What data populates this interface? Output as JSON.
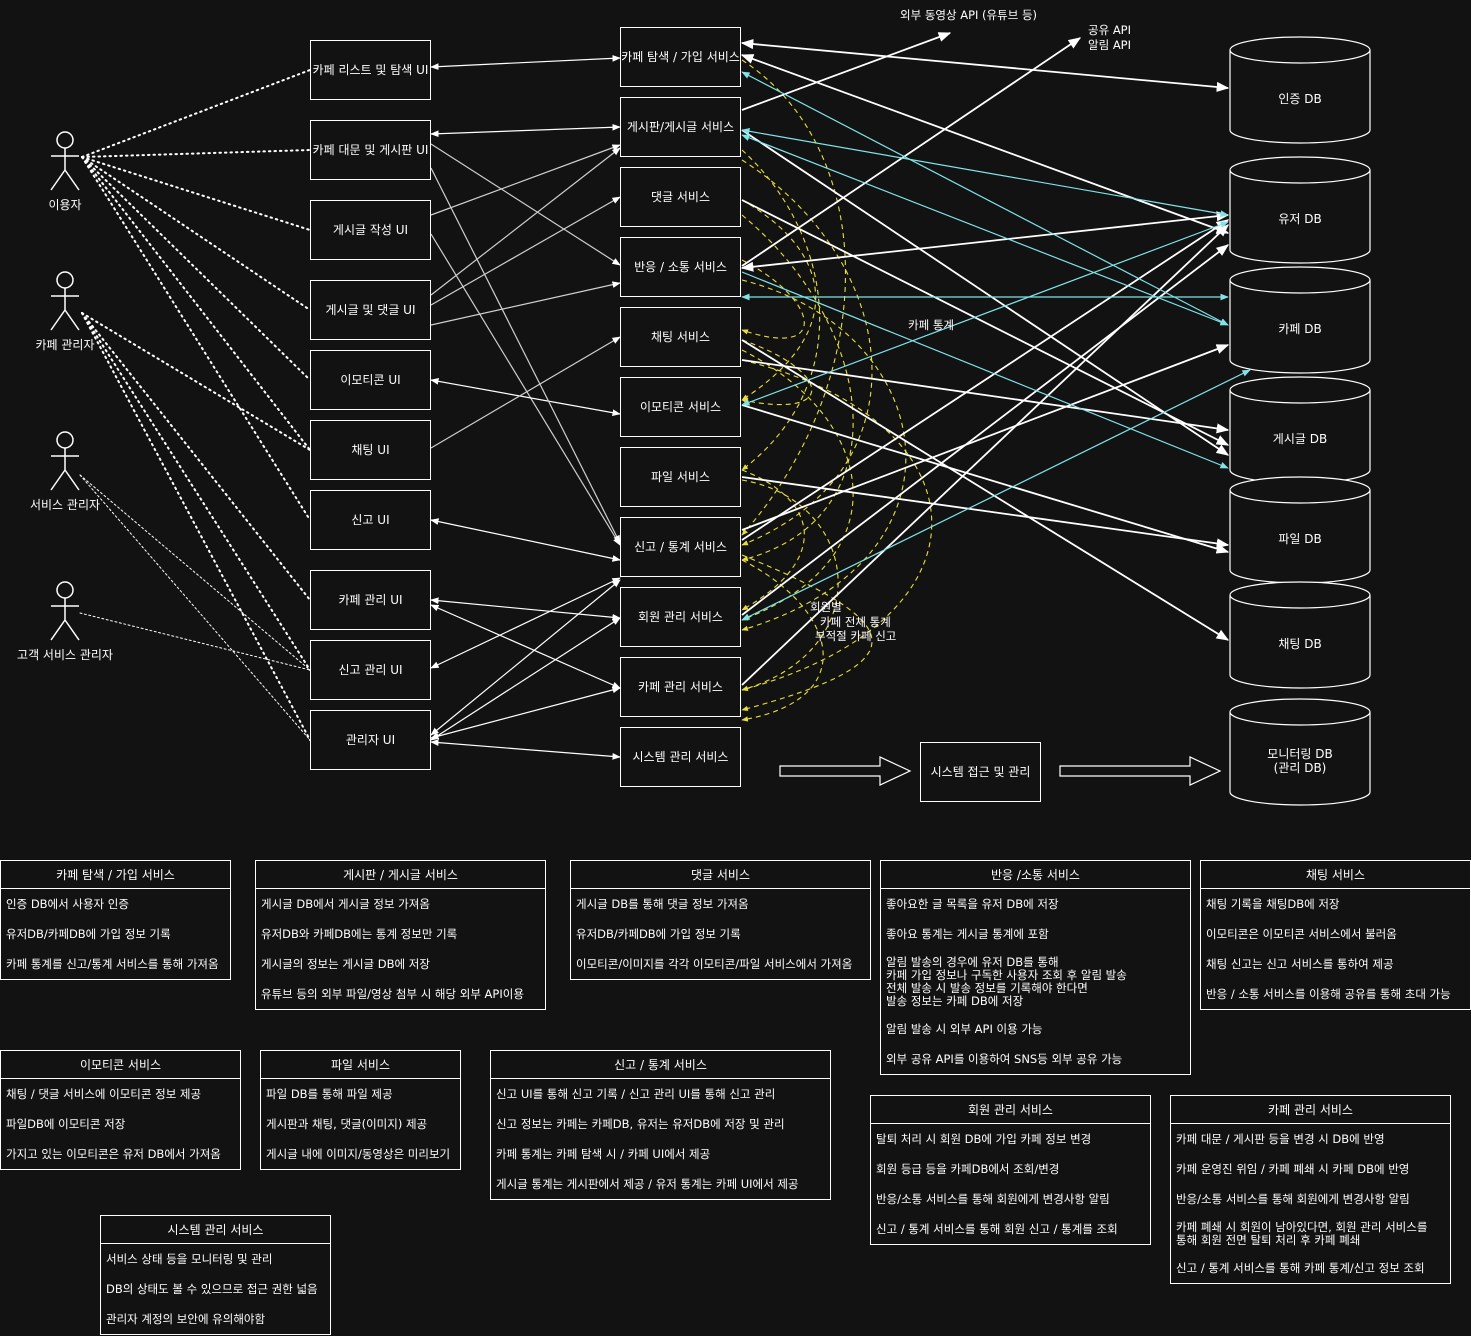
{
  "actors": [
    "이용자",
    "카페 관리자",
    "서비스 관리자",
    "고객 서비스 관리자"
  ],
  "uis": [
    "카페 리스트 및 탐색 UI",
    "카페 대문 및 게시판 UI",
    "게시글 작성 UI",
    "게시글 및 댓글 UI",
    "이모티콘 UI",
    "채팅 UI",
    "신고 UI",
    "카페 관리 UI",
    "신고 관리 UI",
    "관리자 UI"
  ],
  "services": [
    "카페 탐색 / 가입 서비스",
    "게시판/게시글 서비스",
    "댓글 서비스",
    "반응 / 소통 서비스",
    "채팅 서비스",
    "이모티콘 서비스",
    "파일 서비스",
    "신고 / 통계 서비스",
    "회원 관리 서비스",
    "카페 관리 서비스",
    "시스템 관리 서비스"
  ],
  "databases": [
    "인증 DB",
    "유저 DB",
    "카페 DB",
    "게시글 DB",
    "파일 DB",
    "채팅 DB",
    "모니터링 DB\n(관리 DB)"
  ],
  "system_access": "시스템 접근 및 관리",
  "labels": {
    "external_video": "외부 동영상 API (유튜브 등)",
    "share_api": "공유 API",
    "alarm_api": "알림 API",
    "cafe_stats": "카페 통계",
    "by_member": "회원별",
    "cafe_total_stats": "카페 전체 통계",
    "bad_cafe_report": "부적절 카페 신고"
  },
  "panels": [
    {
      "title": "카페 탐색 / 가입 서비스",
      "items": [
        "인증 DB에서 사용자 인증",
        "유저DB/카페DB에 가입 정보 기록",
        "카페 통계를 신고/통계 서비스를 통해 가져옴"
      ]
    },
    {
      "title": "게시판 / 게시글 서비스",
      "items": [
        "게시글 DB에서 게시글 정보 가져옴",
        "유저DB와 카페DB에는 통계 정보만 기록",
        "게시글의 정보는 게시글 DB에 저장",
        "유튜브 등의 외부 파일/영상 첨부 시 해당 외부 API이용"
      ]
    },
    {
      "title": "댓글 서비스",
      "items": [
        "게시글 DB를 통해 댓글 정보 가져옴",
        "유저DB/카페DB에 가입 정보 기록",
        "이모티콘/이미지를 각각 이모티콘/파일 서비스에서 가져옴"
      ]
    },
    {
      "title": "반응 /소통 서비스",
      "items": [
        "좋아요한 글 목록을 유저 DB에 저장",
        "좋아요 통계는 게시글 통계에 포함",
        "알림 발송의 경우에 유저 DB를 통해\n카페 가입 정보나 구독한 사용자 조회 후 알림 발송\n전체 발송 시 발송 정보를 기록해야 한다면\n발송 정보는 카페 DB에 저장",
        "알림 발송 시 외부 API 이용 가능",
        "외부 공유 API를 이용하여 SNS등 외부 공유 가능"
      ]
    },
    {
      "title": "채팅 서비스",
      "items": [
        "채팅 기록을 채팅DB에 저장",
        "이모티콘은 이모티콘 서비스에서 불러옴",
        "채팅 신고는 신고 서비스를 통하여 제공",
        "반응 / 소통 서비스를 이용해 공유를 통해 초대 가능"
      ]
    },
    {
      "title": "이모티콘 서비스",
      "items": [
        "채팅 / 댓글 서비스에 이모티콘 정보 제공",
        "파일DB에 이모티콘 저장",
        "가지고 있는 이모티콘은 유저 DB에서 가져옴"
      ]
    },
    {
      "title": "파일 서비스",
      "items": [
        "파일 DB를 통해 파일 제공",
        "게시판과 채팅, 댓글(이미지) 제공",
        "게시글 내에 이미지/동영상은 미리보기"
      ]
    },
    {
      "title": "신고 / 통계 서비스",
      "items": [
        "신고 UI를 통해 신고 기록 / 신고 관리 UI를 통해 신고 관리",
        "신고 정보는 카페는 카페DB, 유저는 유저DB에 저장 및 관리",
        "카페 통계는 카페 탐색 시 / 카페 UI에서 제공",
        "게시글 통계는 게시판에서 제공 / 유저 통계는 카페 UI에서 제공"
      ]
    },
    {
      "title": "회원 관리 서비스",
      "items": [
        "탈퇴 처리 시 회원 DB에 가입 카페 정보 변경",
        "회원 등급 등을 카페DB에서 조회/변경",
        "반응/소통 서비스를 통해 회원에게 변경사항 알림",
        "신고 / 통계 서비스를 통해 회원 신고 / 통계를 조회"
      ]
    },
    {
      "title": "카페 관리 서비스",
      "items": [
        "카페 대문 / 게시판 등을 변경 시 DB에 반영",
        "카페 운영진 위임 / 카페 폐쇄 시 카페 DB에 반영",
        "반응/소통 서비스를 통해 회원에게 변경사항 알림",
        "카페 폐쇄 시 회원이 남아있다면, 회원 관리 서비스를\n통해 회원 전면 탈퇴 처리 후 카페 폐쇄",
        "신고 / 통계 서비스를 통해 카페 통계/신고 정보 조회"
      ]
    },
    {
      "title": "시스템 관리 서비스",
      "items": [
        "서비스 상태 등을 모니터링 및 관리",
        "DB의 상태도 볼 수 있으므로 접근 권한 넓음",
        "관리자 계정의 보안에 유의해야함"
      ]
    }
  ],
  "colors": {
    "background": "#121212",
    "line": "#ffffff",
    "cyan": "#7fe3e8",
    "dashed": "#e6e03c",
    "dotted": "#ffffff"
  }
}
